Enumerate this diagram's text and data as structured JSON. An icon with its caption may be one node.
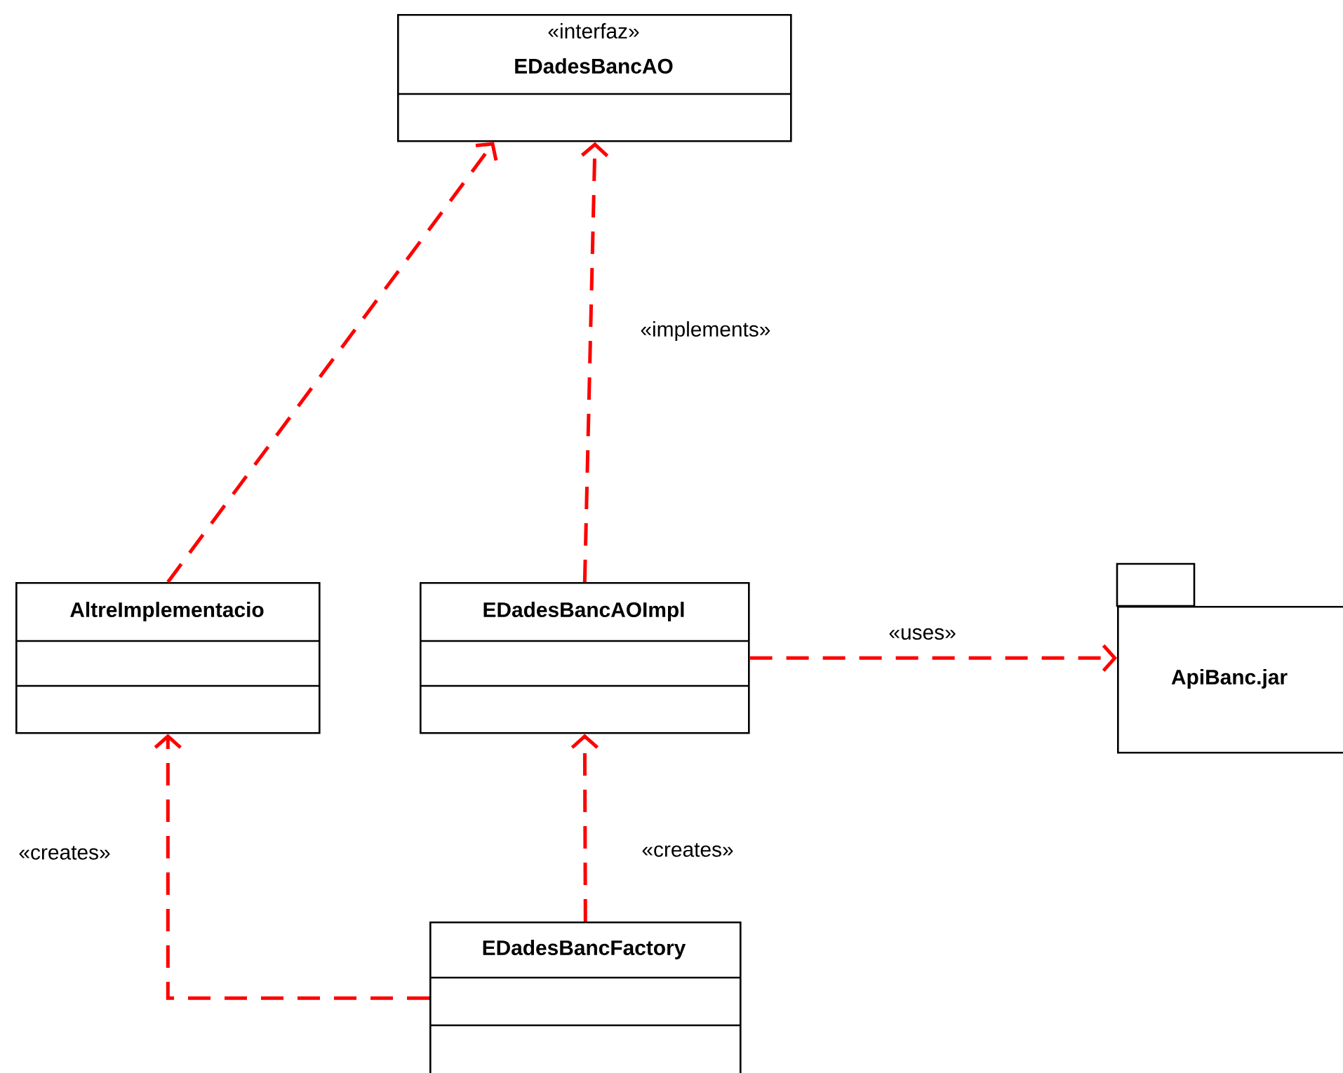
{
  "diagram": {
    "nodes": [
      {
        "text": [
          "«interfaz»",
          "EDadesBancAO"
        ]
      },
      {
        "text": [
          "AltreImplementacio"
        ]
      },
      {
        "text": [
          "EDadesBancAOImpl"
        ]
      },
      {
        "text": [
          "ApiBanc.jar"
        ]
      },
      {
        "text": [
          "EDadesBancFactory"
        ]
      }
    ],
    "edges": [
      {
        "from": 1,
        "to": 0,
        "arrow": "to",
        "style": "dashed"
      },
      {
        "from": 2,
        "to": 0,
        "arrow": "to",
        "style": "dashed",
        "label": "«implements»"
      },
      {
        "from": 2,
        "to": 3,
        "arrow": "to",
        "style": "dashed",
        "label": "«uses»"
      },
      {
        "from": 4,
        "to": 1,
        "arrow": "to",
        "style": "dashed",
        "label": "«creates»"
      },
      {
        "from": 4,
        "to": 2,
        "arrow": "to",
        "style": "dashed",
        "label": "«creates»"
      }
    ]
  }
}
